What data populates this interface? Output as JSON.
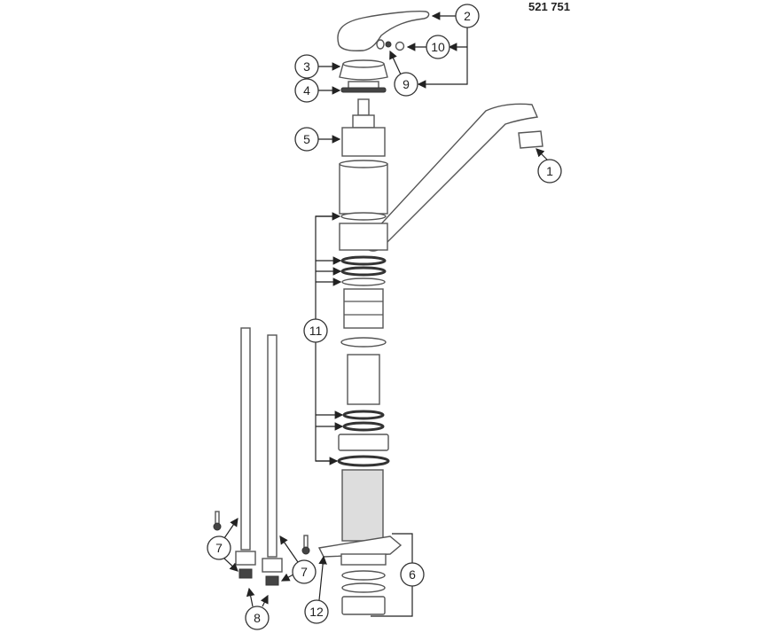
{
  "part_number": "521 751",
  "callouts": {
    "c1": "1",
    "c2": "2",
    "c3": "3",
    "c4": "4",
    "c5": "5",
    "c6": "6",
    "c7a": "7",
    "c7b": "7",
    "c8": "8",
    "c9": "9",
    "c10": "10",
    "c11": "11",
    "c12": "12"
  },
  "colors": {
    "line": "#555555",
    "text": "#222222",
    "background": "#ffffff"
  }
}
